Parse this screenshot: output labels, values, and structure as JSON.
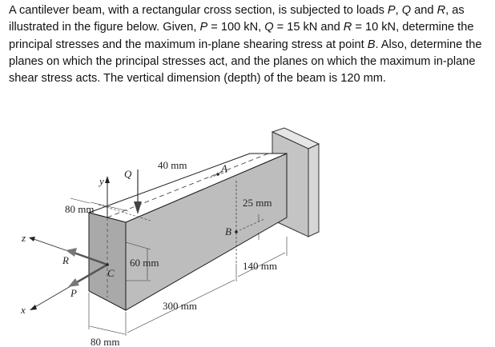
{
  "problem": {
    "seg1": "A cantilever beam, with a rectangular cross section, is subjected to loads ",
    "P": "P",
    "comma1": ", ",
    "Q": "Q",
    "and": " and ",
    "R": "R",
    "seg2": ", as illustrated in the figure below.  Given, ",
    "P_eq": "P",
    "P_val": " = 100 kN, ",
    "Q_eq": "Q",
    "Q_val": " = 15 kN and ",
    "R_eq": "R",
    "R_val": " = 10 kN, determine the principal stresses and the maximum in-plane shearing stress at point ",
    "B": "B",
    "seg3": ".  Also, determine the planes on which the principal stresses act, and the planes on which the maximum in-plane shear stress acts.  The vertical dimension (depth) of the beam is 120 mm."
  },
  "figure": {
    "axes": {
      "x": "x",
      "y": "y",
      "z": "z"
    },
    "points": {
      "A": "A",
      "B": "B",
      "C": "C"
    },
    "loads": {
      "P": "P",
      "Q": "Q",
      "R": "R"
    },
    "dimensions": {
      "top_width": "80 mm",
      "q_offset": "40 mm",
      "b_offset": "25 mm",
      "c_height": "60 mm",
      "wall_dist": "140 mm",
      "length": "300 mm",
      "bottom_width": "80 mm"
    },
    "colors": {
      "face_front": "#a9a9a9",
      "face_side": "#bdbdbd",
      "face_top": "#ffffff",
      "wall": "#c4c4c4",
      "line": "#1a1a1a"
    }
  }
}
